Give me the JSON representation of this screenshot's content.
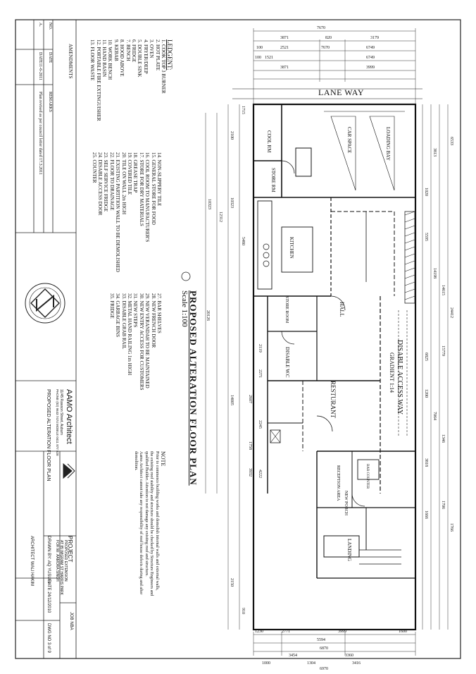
{
  "plan": {
    "title": "PROPOSED ALTERATION FLOOR PLAN",
    "scale": "Scale 1:100",
    "street": "LANE WAY",
    "access_way": "DISABLE ACCESS WAY",
    "gradient": "GRADIENT 1:14"
  },
  "rooms": {
    "car_space": "CAR SPACE",
    "loading_bay": "LOADING BAY",
    "cool_rm": "COOL RM",
    "store_rm": "STORE RM",
    "kitchen": "KITCHEN",
    "hall": "HALL",
    "restaurant": "RESTURANT",
    "disable_wc": "DISABLE W.C",
    "reception": "RECEPTION AREA",
    "new_porch": "NEW PORCH",
    "landing": "LANDING",
    "bar_counter": "BAR COUNTER",
    "store_room": "STORE ROOM"
  },
  "legend": {
    "heading": "LEDGENT:",
    "col1": [
      "1. COOK TOP 3 BURNER",
      "2. HOT PLATE",
      "3. OVEN",
      "4. FRYER/DEEP",
      "5. DOUBLE SINK",
      "6. FRIDGE",
      "7. BENCH",
      "8. HOOD ABOVE",
      "9. KEBAB",
      "10. WORK BENCH",
      "11. HAND BASIN",
      "12. PORTABLE FIRE EXTINGUISHER",
      "13. FLOOR WASTE"
    ],
    "col2": [
      "14. NON-SLIPPERY TILE",
      "15. GENERAL STORE FOR FOOD",
      "16. COOL ROOM TO MANUFACTURER'S",
      "17. STORE FOR DRY MATERIALS",
      "18. GREASE TRAP",
      "19. COVERED TILE",
      "20. TILE ON WALL 2m HIGH",
      "21. EXISTING PARTITION WALL TO BE DEMOLISHED",
      "22. FLOOR TO DRAINAGE",
      "23. SELF SERVICE FRIDGE",
      "24. DISABLE ACCESS DOOR",
      "25. COUNTER"
    ],
    "col3": [
      "27. BAR SHELVES",
      "28. NEW FRENCH DOOR",
      "29. NEW VERANDAH TO BE MAINTAINED",
      "30. NEW ENTRY ACCESS FOR CUSTOMERS",
      "31. NEW STEPS",
      "32. METAL HAND RAILING 1m HIGH",
      "33. DISABLE GRAB RAIL",
      "34. GARBAGE BINS",
      "35. FRIDGE"
    ]
  },
  "notes": {
    "heading": "NOTE",
    "lines": [
      "Prior to commence building works and demolish internal walls and external walls,",
      "the existing roof stability and structure should be checked by Structure Engineers and",
      "qualified Builder. Attention to not damage any existing roof and structure.",
      "Aamo Architect cannot take any responsibility of roof house defects during and after",
      "demolition."
    ]
  },
  "amendments": {
    "heading": "AMENDMENTS",
    "columns": [
      "NO.",
      "DATE",
      "REMARKS"
    ],
    "rows": [
      {
        "no": "A.",
        "date": "DATE11-6-2011",
        "remarks": "Plan revised as per council letter dated 17.3.2011"
      }
    ]
  },
  "title_block": {
    "firm": "AAMO Architect",
    "address": "11/45 Rawson Street, Auburn",
    "phone": "PHONE (02) 9643 7474 MOBILE 0411 877 828",
    "project_label": "PROJECT",
    "project_lines": [
      "PROPOSED EXTENSION",
      "AT 85 WIGRAM ST HARRIS PARK",
      "FOR Mr. AAMORA SINGH"
    ],
    "job_label": "JOB NBA",
    "drawing_title": "PROPOSED ALTERATION FLOOR PLAN",
    "drawn_by": "DRAWN BY: AQ YUSUFI",
    "date": "DATE 24/12/2010",
    "dwg_no": "DWG NO 3 of 9",
    "architect": "ARCHITECT WALI HAKIM"
  },
  "dims": {
    "top": [
      "7670",
      "3871",
      "820",
      "3179",
      "2521",
      "7670",
      "6749",
      "1521",
      "6749",
      "3871",
      "3999",
      "100",
      "100"
    ],
    "left": [
      "1715",
      "2100",
      "10323",
      "12312",
      "10323",
      "5480",
      "20126",
      "14005"
    ],
    "right": [
      "6533",
      "3813",
      "1020",
      "5595",
      "14198",
      "24412",
      "14615",
      "15779",
      "6825",
      "1200",
      "7064",
      "1346",
      "3818",
      "1706",
      "1666",
      "1766"
    ],
    "bottom": [
      "1230",
      "2771",
      "3999",
      "1600",
      "5594",
      "6870",
      "3454",
      "3360",
      "1000",
      "1304",
      "3416",
      "6970"
    ],
    "interior": [
      "2119",
      "2271",
      "2245",
      "2607",
      "1758",
      "3932",
      "4222",
      "2150",
      "910"
    ]
  }
}
